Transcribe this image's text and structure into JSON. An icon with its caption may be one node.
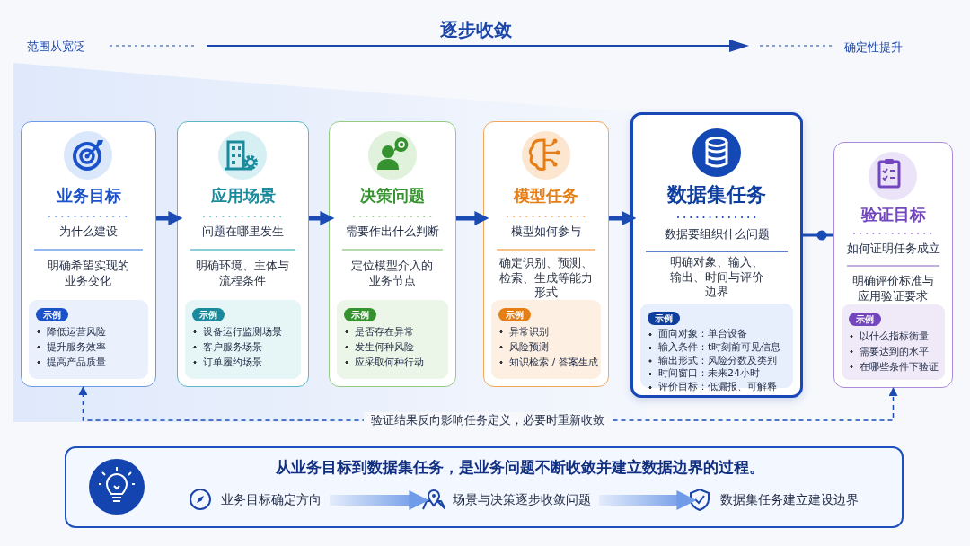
{
  "diagram": {
    "nodes": [
      {
        "text": [
          "业务目标",
          "为什么建设",
          "明确希望实现的业务变化"
        ]
      },
      {
        "text": [
          "示例",
          "降低运营风险",
          "提升服务效率",
          "提高产品质量"
        ],
        "in": 0
      },
      {
        "text": [
          "应用场景",
          "问题在哪里发生",
          "明确环境、主体与流程条件"
        ]
      },
      {
        "text": [
          "示例",
          "设备运行监测场景",
          "客户服务场景",
          "订单履约场景"
        ],
        "in": 2
      },
      {
        "text": [
          "决策问题",
          "需要作出什么判断",
          "定位模型介入的业务节点"
        ]
      },
      {
        "text": [
          "示例",
          "是否存在异常",
          "发生何种风险",
          "应采取何种行动"
        ],
        "in": 4
      },
      {
        "text": [
          "模型任务",
          "模型如何参与",
          "确定识别、预测、检索、生成等能力形式"
        ]
      },
      {
        "text": [
          "示例",
          "异常识别",
          "风险预测",
          "知识检索 / 答案生成"
        ],
        "in": 6
      },
      {
        "text": [
          "数据集任务",
          "数据要组织什么问题",
          "明确对象、输入、输出、时间与评价边界"
        ]
      },
      {
        "text": [
          "示例",
          "面向对象：单台设备",
          "输入条件：t时刻前可见信息",
          "输出形式：风险分数及类别",
          "时间窗口：未来24小时",
          "评价目标：低漏报、可解释"
        ],
        "in": 8
      },
      {
        "text": [
          "验证目标",
          "如何证明任务成立",
          "明确评价标准与应用验证要求"
        ]
      },
      {
        "text": [
          "示例",
          "以什么指标衡量",
          "需要达到的水平",
          "在哪些条件下验证"
        ],
        "in": 10
      },
      {
        "text": [
          "从业务目标到数据集任务，是业务问题不断收敛并建立数据边界的过程。"
        ]
      },
      {
        "text": [
          "业务目标确定方向"
        ],
        "in": 12
      },
      {
        "text": [
          "场景与决策逐步收敛问题"
        ],
        "in": 12
      },
      {
        "text": [
          "数据集任务建立建设边界"
        ],
        "in": 12
      }
    ],
    "edges": [
      {
        "from": 0,
        "to": 2,
        "arrow": "to"
      },
      {
        "from": 2,
        "to": 4,
        "arrow": "to"
      },
      {
        "from": 4,
        "to": 6,
        "arrow": "to"
      },
      {
        "from": 6,
        "to": 8,
        "arrow": "to"
      },
      {
        "from": 8,
        "to": 10,
        "arrow": "none"
      },
      {
        "from": 10,
        "to": 0,
        "arrow": "both",
        "style": "dashed",
        "label": "验证结果反向影响任务定义，必要时重新收敛"
      },
      {
        "from": 13,
        "to": 14,
        "arrow": "to",
        "style": "thick",
        "color": "#6f9be8"
      },
      {
        "from": 14,
        "to": 15,
        "arrow": "to",
        "style": "thick",
        "color": "#6f9be8"
      }
    ],
    "labels": [
      "逐步收敛",
      "范围从宽泛",
      "确定性提升"
    ]
  }
}
